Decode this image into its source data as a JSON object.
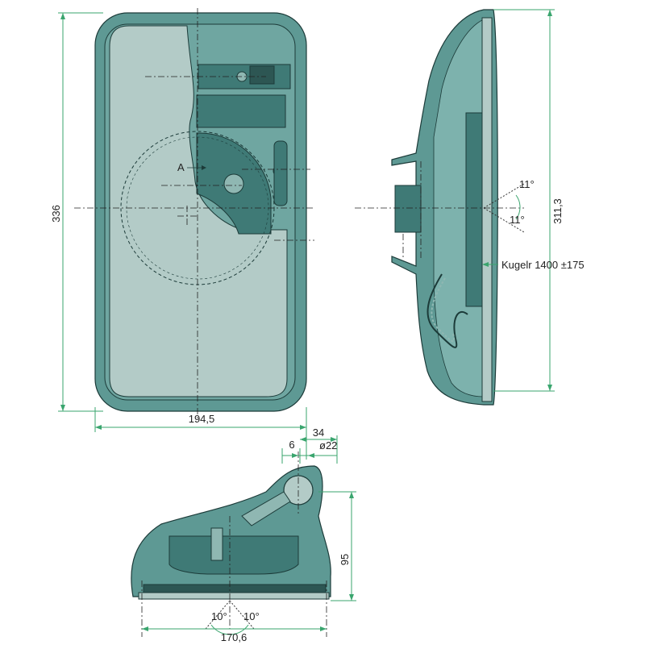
{
  "colors": {
    "housing": "#5e9994",
    "housing_dark": "#3f7a76",
    "glass": "#b3cbc7",
    "dimension_line": "#3aa56e",
    "outline": "#1c3b39"
  },
  "labels": {
    "height_front": "336",
    "width_front": "194,5",
    "detail_marker": "A",
    "height_side": "311,3",
    "angle_top": "11°",
    "angle_bottom": "11°",
    "impact_note": "Kugelr 1400 ±175",
    "dim_34": "34",
    "dim_6": "6",
    "dim_diameter": "ø22",
    "height_bottom": "95",
    "angle_left": "10°",
    "angle_right": "10°",
    "width_bottom": "170,6"
  }
}
